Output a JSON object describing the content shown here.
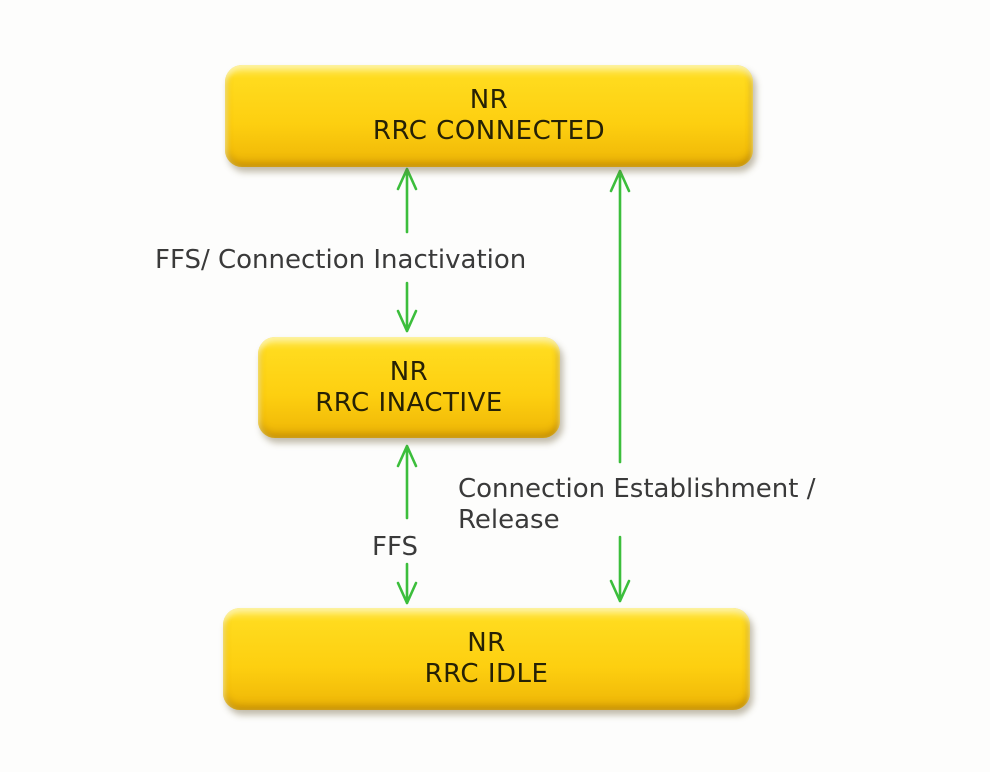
{
  "diagram": {
    "type": "state-transition-diagram",
    "nodes": [
      {
        "id": "nr-rrc-connected",
        "lines": [
          "NR",
          "RRC CONNECTED"
        ]
      },
      {
        "id": "nr-rrc-inactive",
        "lines": [
          "NR",
          "RRC INACTIVE"
        ]
      },
      {
        "id": "nr-rrc-idle",
        "lines": [
          "NR",
          "RRC IDLE"
        ]
      }
    ],
    "edges": [
      {
        "from": "nr-rrc-connected",
        "to": "nr-rrc-inactive",
        "bidirectional": true,
        "label_lines": [
          "FFS/ Connection Inactivation"
        ]
      },
      {
        "from": "nr-rrc-connected",
        "to": "nr-rrc-idle",
        "bidirectional": true,
        "label_lines": [
          "Connection Establishment /",
          "Release"
        ]
      },
      {
        "from": "nr-rrc-inactive",
        "to": "nr-rrc-idle",
        "bidirectional": true,
        "label_lines": [
          "FFS"
        ]
      }
    ],
    "colors": {
      "node_fill": "#FDCF10",
      "node_fill_light": "#FFE95E",
      "node_fill_dark": "#EEB506",
      "node_text": "#262105",
      "arrow": "#3CBE3C",
      "label_text": "#3A3A3A",
      "background": "#FDFDFC"
    }
  }
}
